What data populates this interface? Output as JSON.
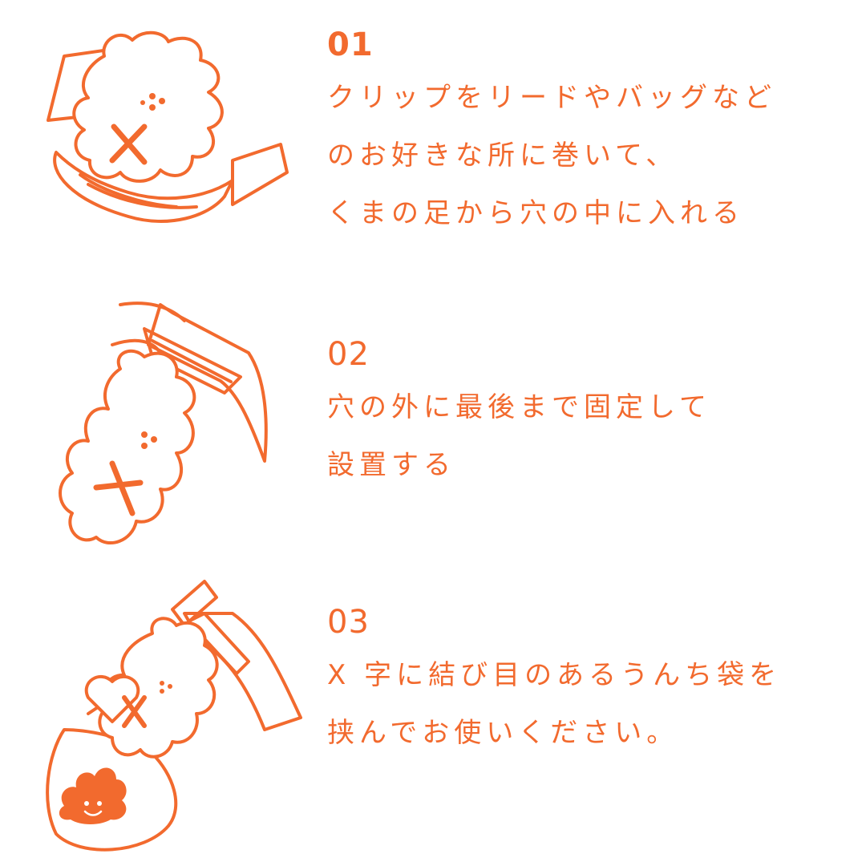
{
  "steps": [
    {
      "number": "01",
      "lines": [
        "クリップをリードやバッグなど",
        "のお好きな所に巻いて、",
        "くまの足から穴の中に入れる"
      ]
    },
    {
      "number": "02",
      "lines": [
        "穴の外に最後まで固定して",
        "設置する"
      ]
    },
    {
      "number": "03",
      "lines": [
        "X 字に結び目のあるうんち袋を",
        "挟んでお使いください。"
      ]
    }
  ],
  "colors": {
    "accent": "#f26a2e",
    "background": "#ffffff"
  },
  "icons": [
    "bear-clip-on-strap-icon",
    "bear-clip-fastening-icon",
    "bear-clip-with-bag-icon",
    "poop-icon"
  ]
}
